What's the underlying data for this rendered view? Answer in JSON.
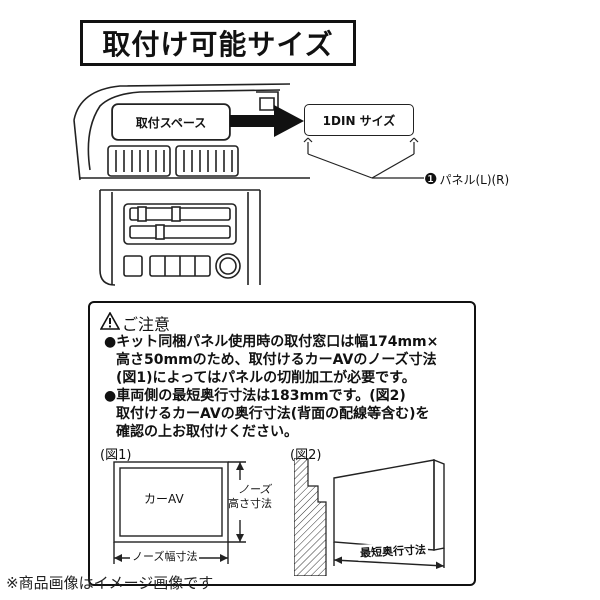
{
  "title": "取付け可能サイズ",
  "top_diagram": {
    "space_label": "取付スペース",
    "din_label": "1DIN サイズ",
    "panel_callout_number": "❶",
    "panel_label": "パネル(L)(R)"
  },
  "notice": {
    "heading": "ご注意",
    "lines": [
      "●キット同梱パネル使用時の取付窓口は幅174mm×",
      "高さ50mmのため、取付けるカーAVのノーズ寸法",
      "(図1)によってはパネルの切削加工が必要です。",
      "●車両側の最短奥行寸法は183mmです。(図2)",
      "取付けるカーAVの奥行寸法(背面の配線等含む)を",
      "確認の上お取付けください。"
    ],
    "fig1": {
      "label": "(図1)",
      "unit_label": "カーAV",
      "height_label_1": "ノーズ",
      "height_label_2": "高さ寸法",
      "width_label": "ノーズ幅寸法"
    },
    "fig2": {
      "label": "(図2)",
      "depth_label": "最短奥行寸法"
    }
  },
  "footer": "※商品画像はイメージ画像です"
}
